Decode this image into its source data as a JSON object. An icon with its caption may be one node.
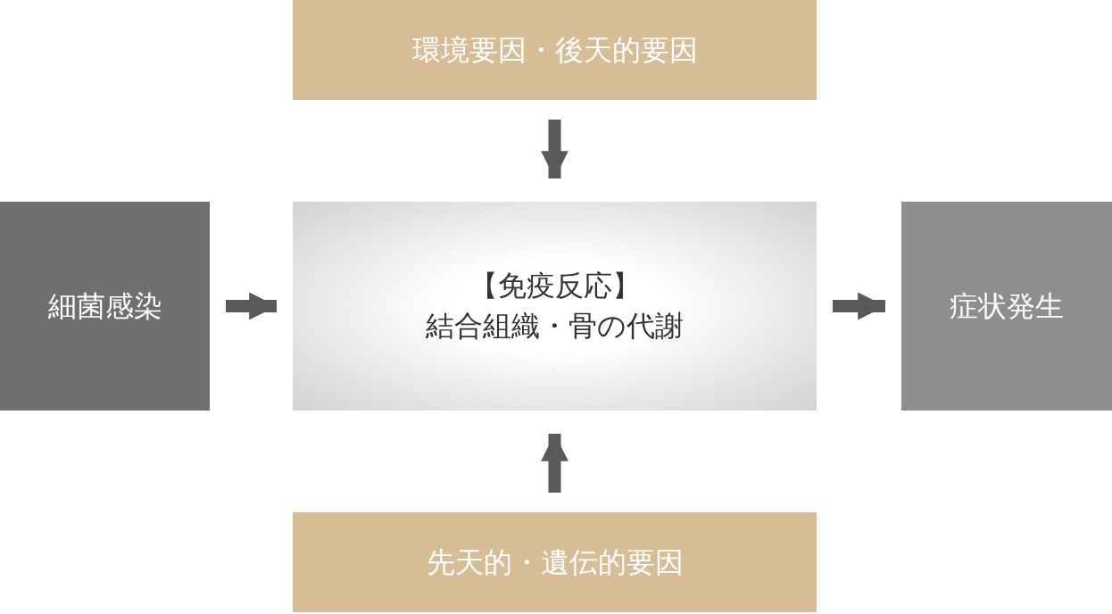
{
  "diagram": {
    "nodes": [
      {
        "text": [
          "環境要因・後天的要因"
        ]
      },
      {
        "text": [
          "細菌感染"
        ]
      },
      {
        "text": [
          "【免疫反応】",
          "結合組織・骨の代謝"
        ]
      },
      {
        "text": [
          "症状発生"
        ]
      },
      {
        "text": [
          "先天的・遺伝的要因"
        ]
      }
    ],
    "edges": [
      {
        "from": 0,
        "to": 2,
        "arrow": "to"
      },
      {
        "from": 1,
        "to": 2,
        "arrow": "to"
      },
      {
        "from": 2,
        "to": 3,
        "arrow": "to"
      },
      {
        "from": 4,
        "to": 2,
        "arrow": "to"
      }
    ]
  }
}
